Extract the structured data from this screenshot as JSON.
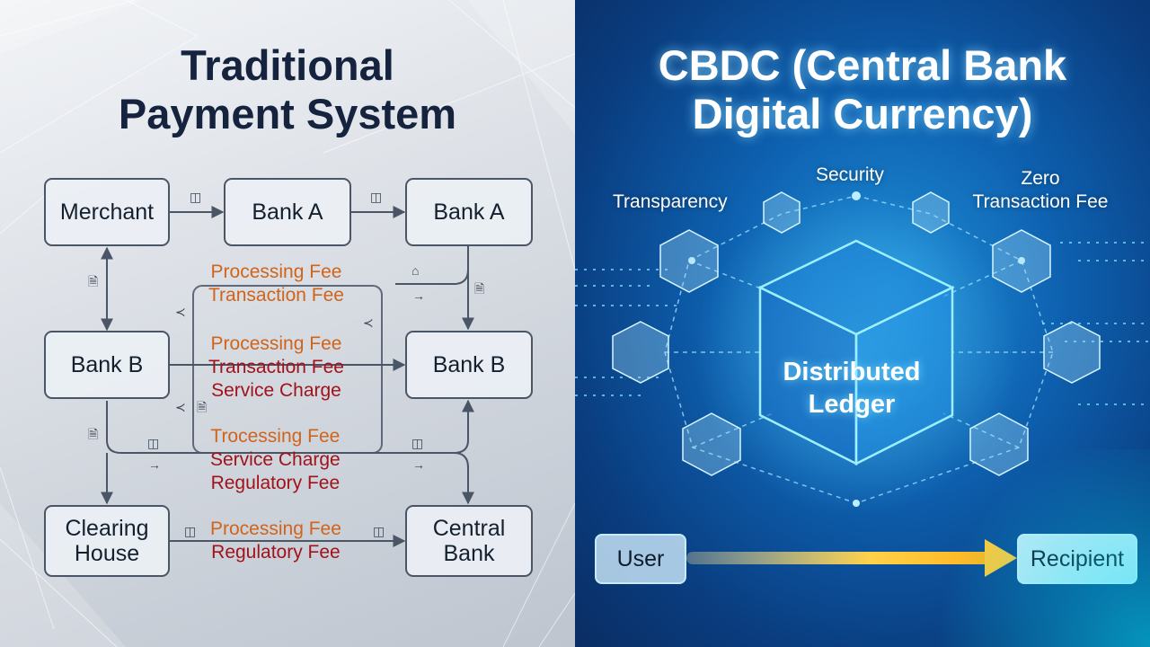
{
  "left": {
    "title": [
      "Traditional",
      "Payment System"
    ],
    "nodes": {
      "merchant": "Merchant",
      "bank_a_1": "Bank A",
      "bank_a_2": "Bank A",
      "bank_b_1": "Bank B",
      "bank_b_2": "Bank B",
      "clearing_house": [
        "Clearing",
        "House"
      ],
      "central_bank": [
        "Central",
        "Bank"
      ]
    },
    "fee_groups": {
      "g1": [
        "Processing Fee",
        "Transaction Fee"
      ],
      "g2": [
        "Processing Fee",
        "Transaction Fee",
        "Service Charge"
      ],
      "g3": [
        "Trocessing Fee",
        "Service Charge",
        "Regulatory Fee"
      ],
      "g4": [
        "Processing Fee",
        "Regulatory Fee"
      ]
    }
  },
  "right": {
    "title": [
      "CBDC (Central Bank",
      "Digital Currency)"
    ],
    "labels": {
      "transparency": "Transparency",
      "security": "Security",
      "zero_fee": [
        "Zero",
        "Transaction Fee"
      ]
    },
    "ledger": [
      "Distributed",
      "Ledger"
    ],
    "flow": {
      "from": "User",
      "to": "Recipient"
    }
  },
  "colors": {
    "orange_fee": "#d0641a",
    "red_fee": "#a1121a",
    "left_title": "#16233f",
    "cbdc_glow": "#27b8ff"
  }
}
